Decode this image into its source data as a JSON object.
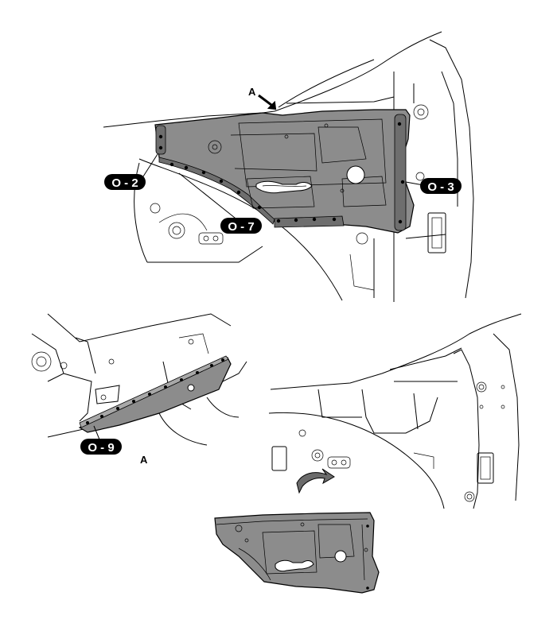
{
  "callouts": {
    "o2": "O - 2",
    "o3": "O - 3",
    "o7": "O - 7",
    "o9": "O - 9"
  },
  "view_markers": {
    "top_arrow": "A",
    "detail_label": "A"
  }
}
